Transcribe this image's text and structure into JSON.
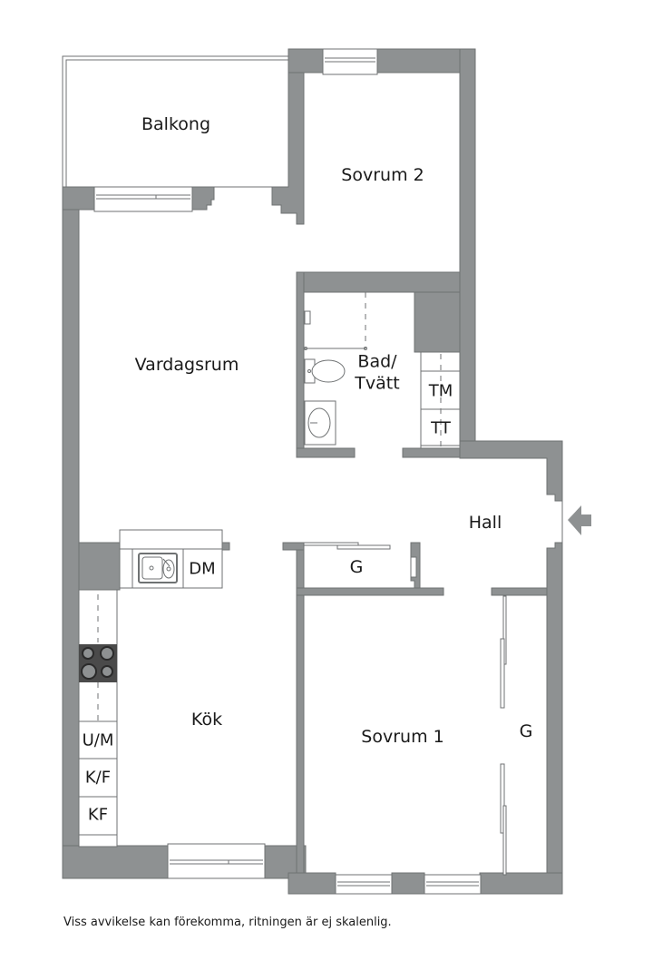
{
  "floorplan": {
    "rooms": {
      "balkong": "Balkong",
      "sovrum2": "Sovrum 2",
      "vardagsrum": "Vardagsrum",
      "bad_line1": "Bad/",
      "bad_line2": "Tvätt",
      "hall": "Hall",
      "kok": "Kök",
      "sovrum1": "Sovrum 1",
      "garderob_hall": "G",
      "garderob_sovrum1": "G"
    },
    "appliances": {
      "dm": "DM",
      "tm": "TM",
      "tt": "TT",
      "um": "U/M",
      "kf_slash": "K/F",
      "kf": "KF"
    },
    "icons": {
      "entrance": "entrance-arrow-icon",
      "sink": "kitchen-sink-icon",
      "stove": "stove-icon",
      "toilet": "toilet-icon",
      "washbasin": "washbasin-icon",
      "shower": "shower-icon"
    },
    "colors": {
      "wall": "#8e9192",
      "stove": "#4a4a4a",
      "background": "#ffffff"
    }
  },
  "footer": {
    "disclaimer": "Viss avvikelse kan förekomma, ritningen är ej skalenlig."
  }
}
